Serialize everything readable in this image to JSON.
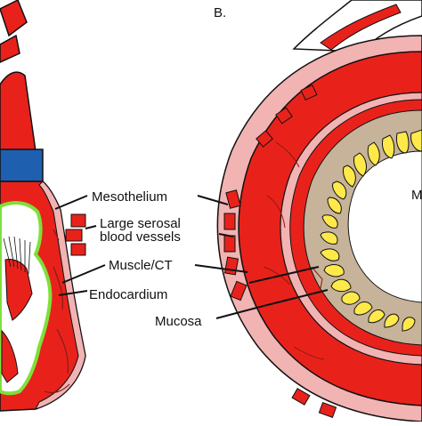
{
  "panel_b": {
    "label": "B."
  },
  "labels": {
    "mesothelium": "Mesothelium",
    "large_serosal_line1": "Large serosal",
    "large_serosal_line2": "blood vessels",
    "muscle_ct": "Muscle/CT",
    "endocardium": "Endocardium",
    "mucosa": "Mucosa",
    "clipped_right_letter": "M"
  },
  "colors": {
    "tissue_red": "#e8221b",
    "tissue_pink": "#f2b3b3",
    "mucosa_tan": "#c6b39a",
    "villi_yellow": "#ffe94a",
    "endocardium_green": "#7fe03a",
    "pericardium_blue": "#1f5fb0",
    "vessel_dark": "#8b1a14",
    "outline": "#111111"
  }
}
